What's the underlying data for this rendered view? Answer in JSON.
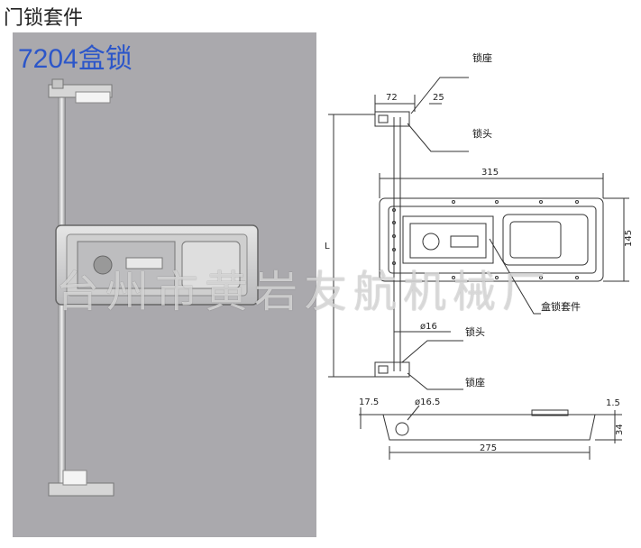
{
  "page_title": "门锁套件",
  "photo": {
    "model_label": "7204盒锁"
  },
  "watermark": "台州市黄岩友航机械厂",
  "drawing": {
    "callouts": {
      "seat_top": "锁座",
      "head_top": "锁头",
      "kit": "盒锁套件",
      "head_bottom": "锁头",
      "seat_bottom": "锁座"
    },
    "dimensions": {
      "d72": "72",
      "d25": "25",
      "d315": "315",
      "d145": "145",
      "L": "L",
      "d16": "ø16",
      "d17_5": "17.5",
      "d16_5": "ø16.5",
      "d1_5": "1.5",
      "d34": "34",
      "d275": "275"
    }
  }
}
